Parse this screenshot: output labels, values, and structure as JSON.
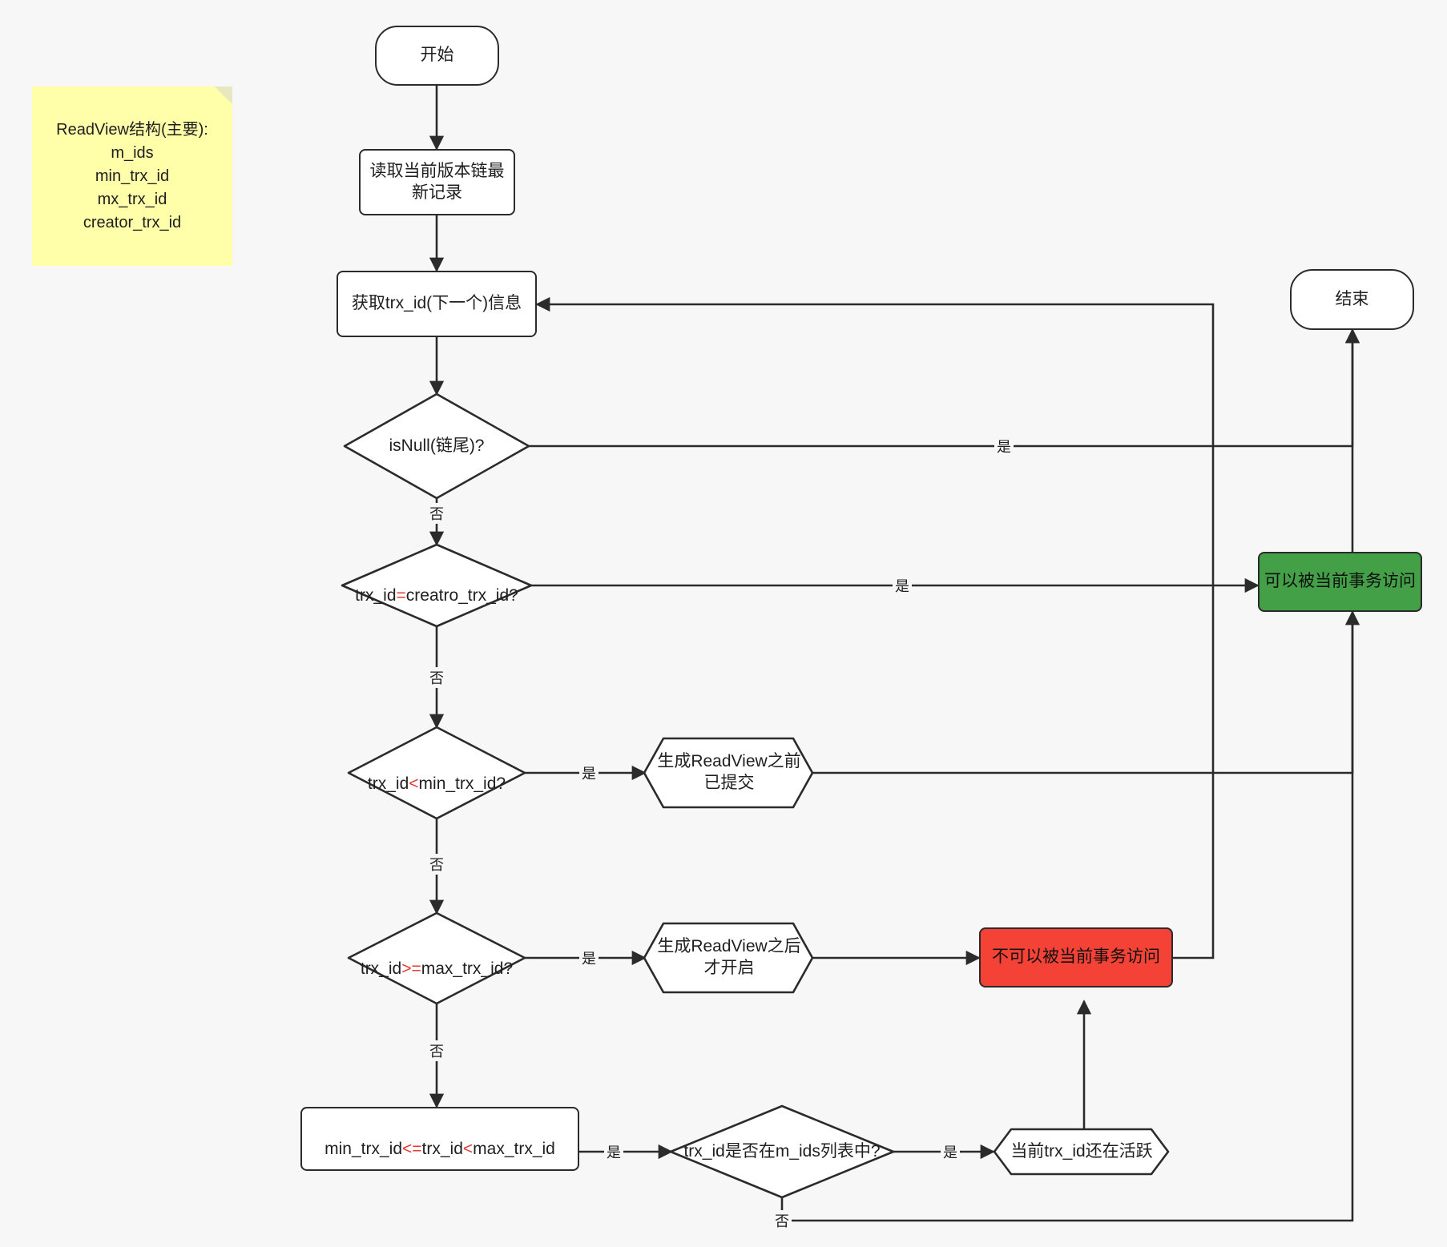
{
  "diagram": {
    "type": "flowchart",
    "title": "MVCC ReadView 可见性判断流程",
    "background_color": "#f7f7f7",
    "colors": {
      "stroke": "#2b2b2b",
      "node_fill": "#ffffff",
      "note_fill": "#ffffaa",
      "accessible_fill": "#43a047",
      "not_accessible_fill": "#f44336",
      "operator_red": "#e53935"
    }
  },
  "note": {
    "name": "readview-structure-note",
    "lines": [
      "ReadView结构(主要):",
      "m_ids",
      "min_trx_id",
      "mx_trx_id",
      "creator_trx_id"
    ],
    "text": "ReadView结构(主要):\nm_ids\nmin_trx_id\nmx_trx_id\ncreator_trx_id"
  },
  "nodes": {
    "start": {
      "label": "开始",
      "shape": "terminator"
    },
    "read_latest": {
      "label": "读取当前版本链最\n新记录",
      "shape": "process"
    },
    "get_trx_id": {
      "label": "获取trx_id(下一个)信息",
      "shape": "process"
    },
    "is_null": {
      "label": "isNull(链尾)?",
      "shape": "decision"
    },
    "eq_creator": {
      "shape": "decision",
      "label": "trx_id=creatro_trx_id?",
      "parts": [
        {
          "text": "trx_id",
          "style": "plain"
        },
        {
          "text": "=",
          "style": "op"
        },
        {
          "text": "creatro_trx_id?",
          "style": "plain"
        }
      ]
    },
    "lt_min": {
      "shape": "decision",
      "label": "trx_id<min_trx_id?",
      "parts": [
        {
          "text": "trx_id",
          "style": "plain"
        },
        {
          "text": "<",
          "style": "op"
        },
        {
          "text": "min_trx_id?",
          "style": "plain"
        }
      ]
    },
    "ge_max": {
      "shape": "decision",
      "label": "trx_id>=max_trx_id?",
      "parts": [
        {
          "text": "trx_id",
          "style": "plain"
        },
        {
          "text": ">=",
          "style": "op"
        },
        {
          "text": "max_trx_id?",
          "style": "plain"
        }
      ]
    },
    "committed_before": {
      "label": "生成ReadView之前\n已提交",
      "shape": "hexagon"
    },
    "started_after": {
      "label": "生成ReadView之后\n才开启",
      "shape": "hexagon"
    },
    "in_range": {
      "shape": "process",
      "label": "min_trx_id<=trx_id<max_trx_id",
      "parts": [
        {
          "text": "min_trx_id",
          "style": "plain"
        },
        {
          "text": "<=",
          "style": "op"
        },
        {
          "text": "trx_id",
          "style": "plain"
        },
        {
          "text": "<",
          "style": "op"
        },
        {
          "text": "max_trx_id",
          "style": "plain"
        }
      ]
    },
    "in_mids": {
      "label": "trx_id是否在m_ids列表中?",
      "shape": "decision"
    },
    "still_active": {
      "label": "当前trx_id还在活跃",
      "shape": "hexagon"
    },
    "accessible": {
      "label": "可以被当前事务访问",
      "shape": "process",
      "fill": "#43a047"
    },
    "not_accessible": {
      "label": "不可以被当前事务访问",
      "shape": "process",
      "fill": "#f44336"
    },
    "end": {
      "label": "结束",
      "shape": "terminator"
    }
  },
  "edge_labels": {
    "isnull_yes": "是",
    "isnull_no": "否",
    "creator_yes": "是",
    "creator_no": "否",
    "ltmin_yes": "是",
    "ltmin_no": "否",
    "gemax_yes": "是",
    "gemax_no": "否",
    "inrange_yes": "是",
    "inmids_yes": "是",
    "inmids_no": "否"
  },
  "edges": [
    {
      "from": "start",
      "to": "read_latest",
      "label": ""
    },
    {
      "from": "read_latest",
      "to": "get_trx_id",
      "label": ""
    },
    {
      "from": "get_trx_id",
      "to": "is_null",
      "label": ""
    },
    {
      "from": "is_null",
      "to": "end",
      "label": "是"
    },
    {
      "from": "is_null",
      "to": "eq_creator",
      "label": "否"
    },
    {
      "from": "eq_creator",
      "to": "accessible",
      "label": "是"
    },
    {
      "from": "eq_creator",
      "to": "lt_min",
      "label": "否"
    },
    {
      "from": "lt_min",
      "to": "committed_before",
      "label": "是"
    },
    {
      "from": "committed_before",
      "to": "accessible",
      "label": ""
    },
    {
      "from": "lt_min",
      "to": "ge_max",
      "label": "否"
    },
    {
      "from": "ge_max",
      "to": "started_after",
      "label": "是"
    },
    {
      "from": "started_after",
      "to": "not_accessible",
      "label": ""
    },
    {
      "from": "ge_max",
      "to": "in_range",
      "label": "否"
    },
    {
      "from": "in_range",
      "to": "in_mids",
      "label": "是"
    },
    {
      "from": "in_mids",
      "to": "still_active",
      "label": "是"
    },
    {
      "from": "still_active",
      "to": "not_accessible",
      "label": ""
    },
    {
      "from": "in_mids",
      "to": "accessible",
      "label": "否"
    },
    {
      "from": "not_accessible",
      "to": "get_trx_id",
      "label": ""
    },
    {
      "from": "accessible",
      "to": "end",
      "label": ""
    }
  ]
}
